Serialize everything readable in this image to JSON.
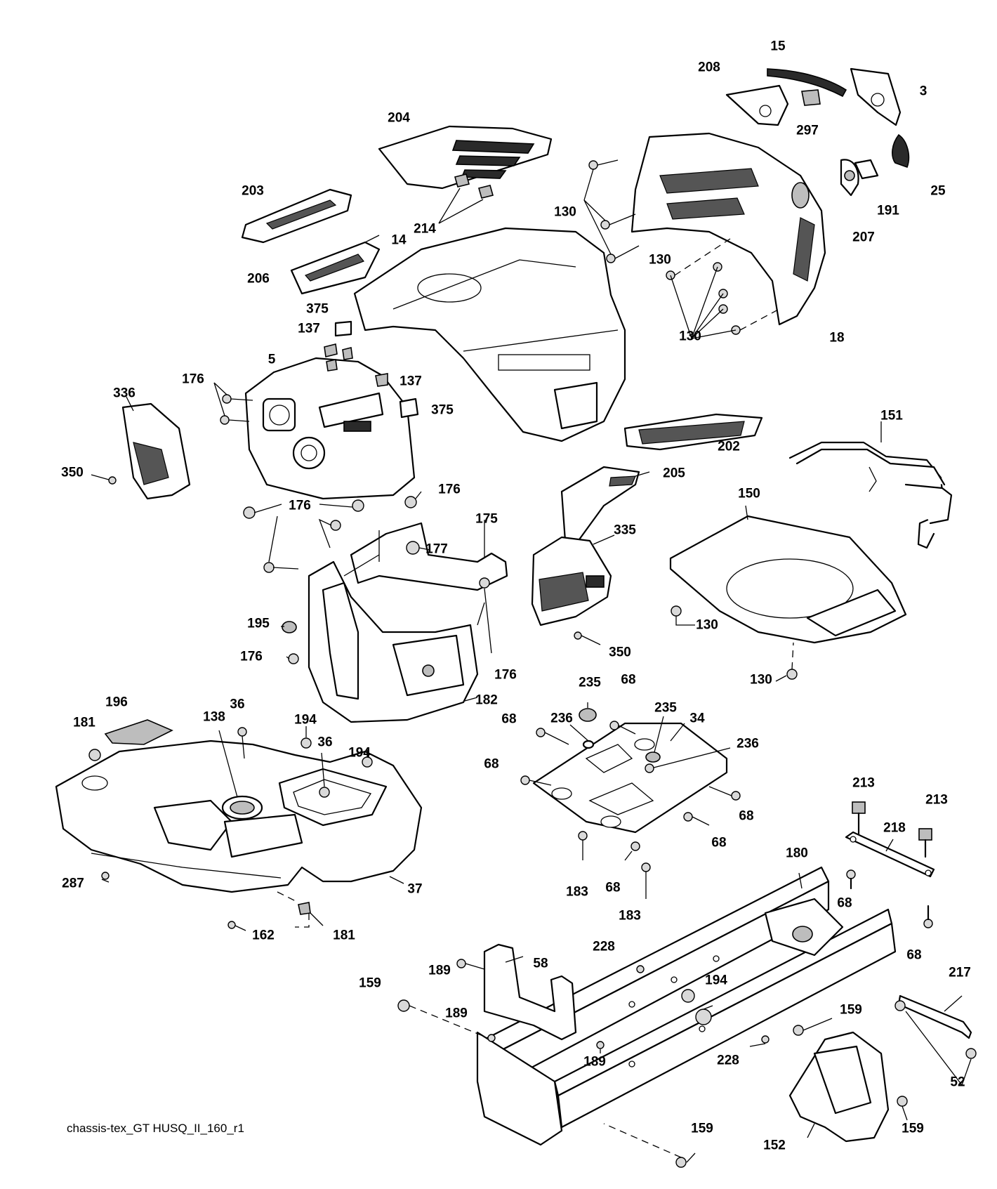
{
  "diagram": {
    "caption": "chassis-tex_GT HUSQ_II_160_r1",
    "callouts": [
      {
        "id": "c15",
        "label": "15"
      },
      {
        "id": "c208",
        "label": "208"
      },
      {
        "id": "c3",
        "label": "3"
      },
      {
        "id": "c297",
        "label": "297"
      },
      {
        "id": "c204",
        "label": "204"
      },
      {
        "id": "c25",
        "label": "25"
      },
      {
        "id": "c130a",
        "label": "130"
      },
      {
        "id": "c191",
        "label": "191"
      },
      {
        "id": "c207",
        "label": "207"
      },
      {
        "id": "c203",
        "label": "203"
      },
      {
        "id": "c214",
        "label": "214"
      },
      {
        "id": "c14",
        "label": "14"
      },
      {
        "id": "c130b",
        "label": "130"
      },
      {
        "id": "c206",
        "label": "206"
      },
      {
        "id": "c375a",
        "label": "375"
      },
      {
        "id": "c137a",
        "label": "137"
      },
      {
        "id": "c130c",
        "label": "130"
      },
      {
        "id": "c18",
        "label": "18"
      },
      {
        "id": "c5",
        "label": "5"
      },
      {
        "id": "c176a",
        "label": "176"
      },
      {
        "id": "c137b",
        "label": "137"
      },
      {
        "id": "c336",
        "label": "336"
      },
      {
        "id": "c375b",
        "label": "375"
      },
      {
        "id": "c151",
        "label": "151"
      },
      {
        "id": "c202",
        "label": "202"
      },
      {
        "id": "c350a",
        "label": "350"
      },
      {
        "id": "c205",
        "label": "205"
      },
      {
        "id": "c176b",
        "label": "176"
      },
      {
        "id": "c150",
        "label": "150"
      },
      {
        "id": "c176c",
        "label": "176"
      },
      {
        "id": "c175",
        "label": "175"
      },
      {
        "id": "c177",
        "label": "177"
      },
      {
        "id": "c335",
        "label": "335"
      },
      {
        "id": "c130d",
        "label": "130"
      },
      {
        "id": "c195",
        "label": "195"
      },
      {
        "id": "c350b",
        "label": "350"
      },
      {
        "id": "c176d",
        "label": "176"
      },
      {
        "id": "c176e",
        "label": "176"
      },
      {
        "id": "c130e",
        "label": "130"
      },
      {
        "id": "c182",
        "label": "182"
      },
      {
        "id": "c235a",
        "label": "235"
      },
      {
        "id": "c68a",
        "label": "68"
      },
      {
        "id": "c196",
        "label": "196"
      },
      {
        "id": "c36a",
        "label": "36"
      },
      {
        "id": "c235b",
        "label": "235"
      },
      {
        "id": "c34",
        "label": "34"
      },
      {
        "id": "c138",
        "label": "138"
      },
      {
        "id": "c194a",
        "label": "194"
      },
      {
        "id": "c68b",
        "label": "68"
      },
      {
        "id": "c236a",
        "label": "236"
      },
      {
        "id": "c181a",
        "label": "181"
      },
      {
        "id": "c36b",
        "label": "36"
      },
      {
        "id": "c236b",
        "label": "236"
      },
      {
        "id": "c194b",
        "label": "194"
      },
      {
        "id": "c68c",
        "label": "68"
      },
      {
        "id": "c213a",
        "label": "213"
      },
      {
        "id": "c213b",
        "label": "213"
      },
      {
        "id": "c68d",
        "label": "68"
      },
      {
        "id": "c218",
        "label": "218"
      },
      {
        "id": "c68e",
        "label": "68"
      },
      {
        "id": "c180",
        "label": "180"
      },
      {
        "id": "c183a",
        "label": "183"
      },
      {
        "id": "c68f",
        "label": "68"
      },
      {
        "id": "c287",
        "label": "287"
      },
      {
        "id": "c37",
        "label": "37"
      },
      {
        "id": "c68g",
        "label": "68"
      },
      {
        "id": "c183b",
        "label": "183"
      },
      {
        "id": "c68h",
        "label": "68"
      },
      {
        "id": "c162",
        "label": "162"
      },
      {
        "id": "c181b",
        "label": "181"
      },
      {
        "id": "c228a",
        "label": "228"
      },
      {
        "id": "c58",
        "label": "58"
      },
      {
        "id": "c189a",
        "label": "189"
      },
      {
        "id": "c159a",
        "label": "159"
      },
      {
        "id": "c194c",
        "label": "194"
      },
      {
        "id": "c217",
        "label": "217"
      },
      {
        "id": "c189b",
        "label": "189"
      },
      {
        "id": "c159b",
        "label": "159"
      },
      {
        "id": "c189c",
        "label": "189"
      },
      {
        "id": "c228b",
        "label": "228"
      },
      {
        "id": "c52",
        "label": "52"
      },
      {
        "id": "c159c",
        "label": "159"
      },
      {
        "id": "c152",
        "label": "152"
      },
      {
        "id": "c159d",
        "label": "159"
      }
    ]
  }
}
